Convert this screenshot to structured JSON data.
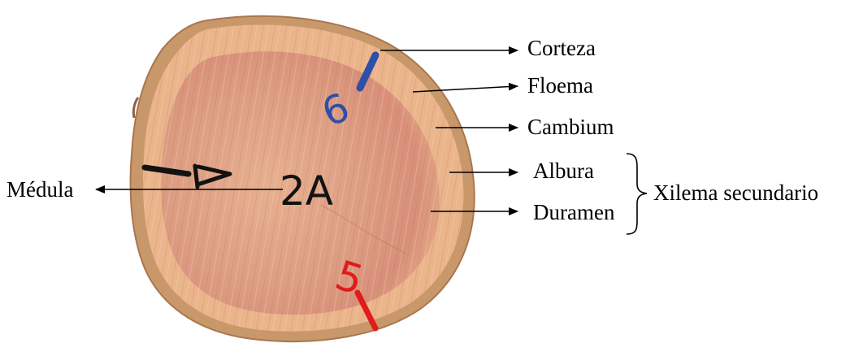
{
  "labels": {
    "corteza": "Corteza",
    "floema": "Floema",
    "cambium": "Cambium",
    "albura": "Albura",
    "duramen": "Duramen",
    "medula": "Médula",
    "xilema": "Xilema secundario"
  },
  "marks": {
    "top": "6",
    "center": "2A",
    "bottom": "5"
  },
  "colors": {
    "bark": "#c9986a",
    "sapwood": "#ebb58c",
    "heartwood": "#dca084",
    "mark_blue": "#2e4fa8",
    "mark_black": "#121212",
    "mark_red": "#e01b1b"
  }
}
